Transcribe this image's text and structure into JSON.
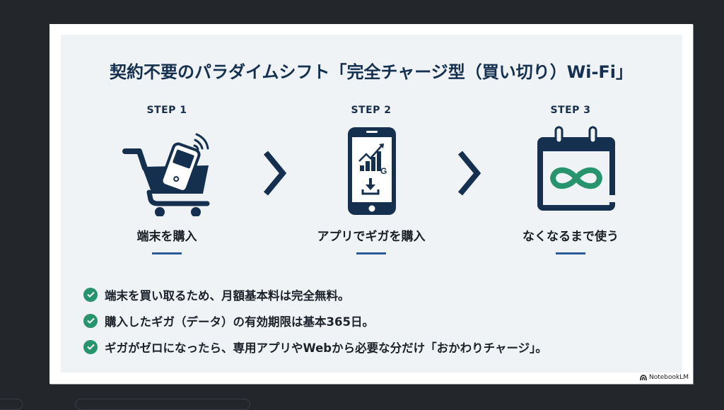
{
  "slide": {
    "title": "契約不要のパラダイムシフト「完全チャージ型（買い切り）Wi-Fi」",
    "steps": [
      {
        "label": "STEP 1",
        "caption": "端末を購入",
        "icon": "shopping-cart-with-pocket-wifi-icon"
      },
      {
        "label": "STEP 2",
        "caption": "アプリでギガを購入",
        "icon": "smartphone-data-download-icon"
      },
      {
        "label": "STEP 3",
        "caption": "なくなるまで使う",
        "icon": "calendar-infinity-icon"
      }
    ],
    "step_separator_icon": "chevron-right-icon",
    "bullets": [
      "端末を買い取るため、月額基本料は完全無料。",
      "購入したギガ（データ）の有効期限は基本365日。",
      "ギガがゼロになったら、専用アプリやWebから必要な分だけ「おかわりチャージ」。"
    ],
    "bullet_icon": "check-circle-icon",
    "watermark": "NotebookLM"
  },
  "colors": {
    "background": "#23262b",
    "slide": "#ffffff",
    "panel": "#eff3f6",
    "navy": "#15304f",
    "accent_green": "#27946e",
    "underline_blue": "#2b5b97"
  }
}
